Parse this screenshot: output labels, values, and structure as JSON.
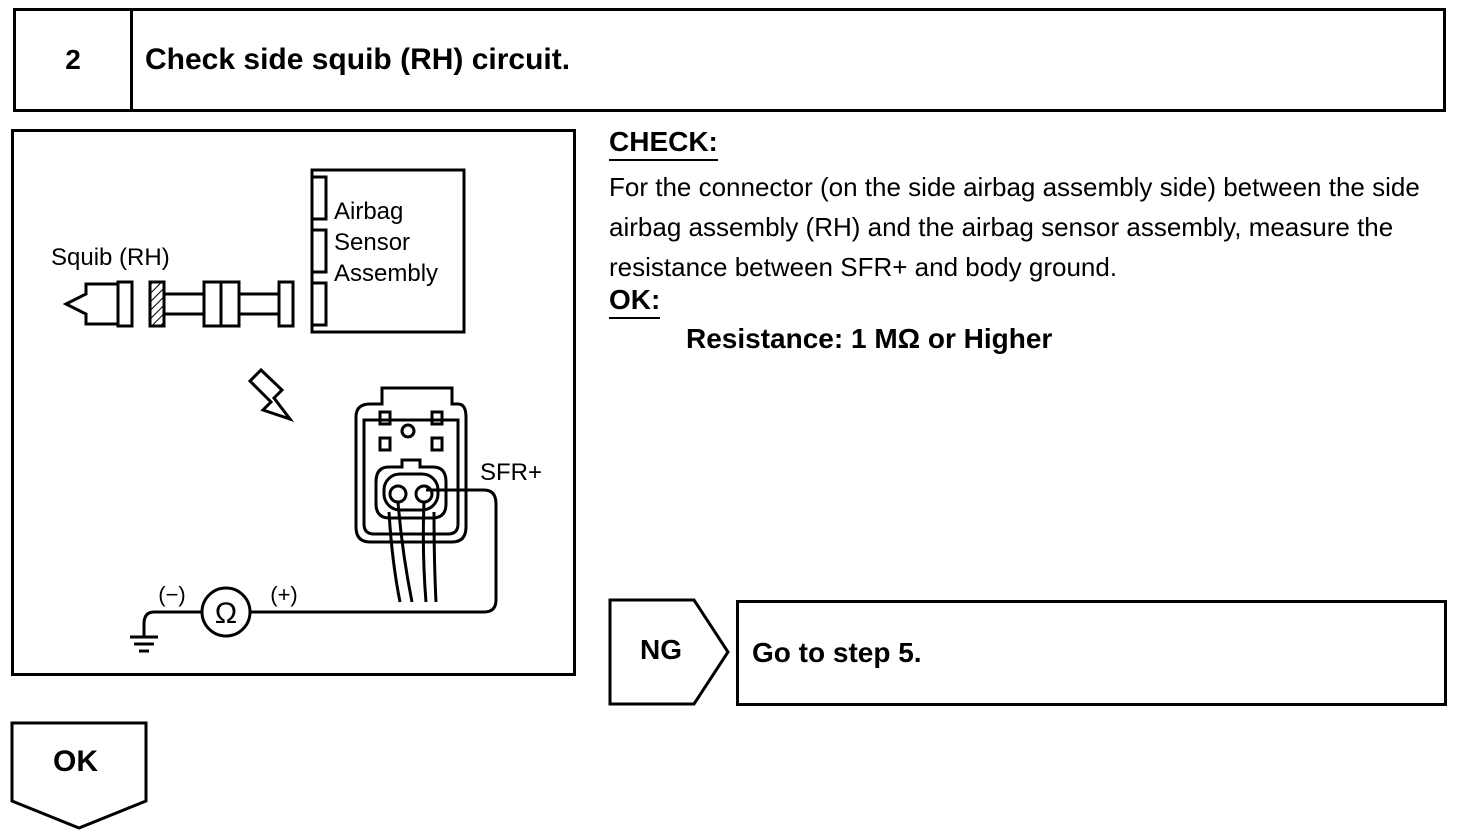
{
  "step": {
    "number": "2",
    "title": "Check side squib (RH) circuit."
  },
  "diagram": {
    "squib_label": "Squib (RH)",
    "sensor_label": [
      "Airbag",
      "Sensor",
      "Assembly"
    ],
    "terminal_label": "SFR+",
    "meter_minus": "(−)",
    "meter_plus": "(+)",
    "meter_symbol": "Ω"
  },
  "check": {
    "heading": "CHECK:",
    "text": "For the connector (on the side airbag assembly side) between the side airbag assembly (RH) and the airbag sensor assembly, measure the resistance between SFR+ and body ground."
  },
  "ok": {
    "heading": "OK:",
    "spec": "Resistance: 1 MΩ or Higher"
  },
  "ng": {
    "tag": "NG",
    "action": "Go to step 5."
  },
  "ok_tag": "OK"
}
